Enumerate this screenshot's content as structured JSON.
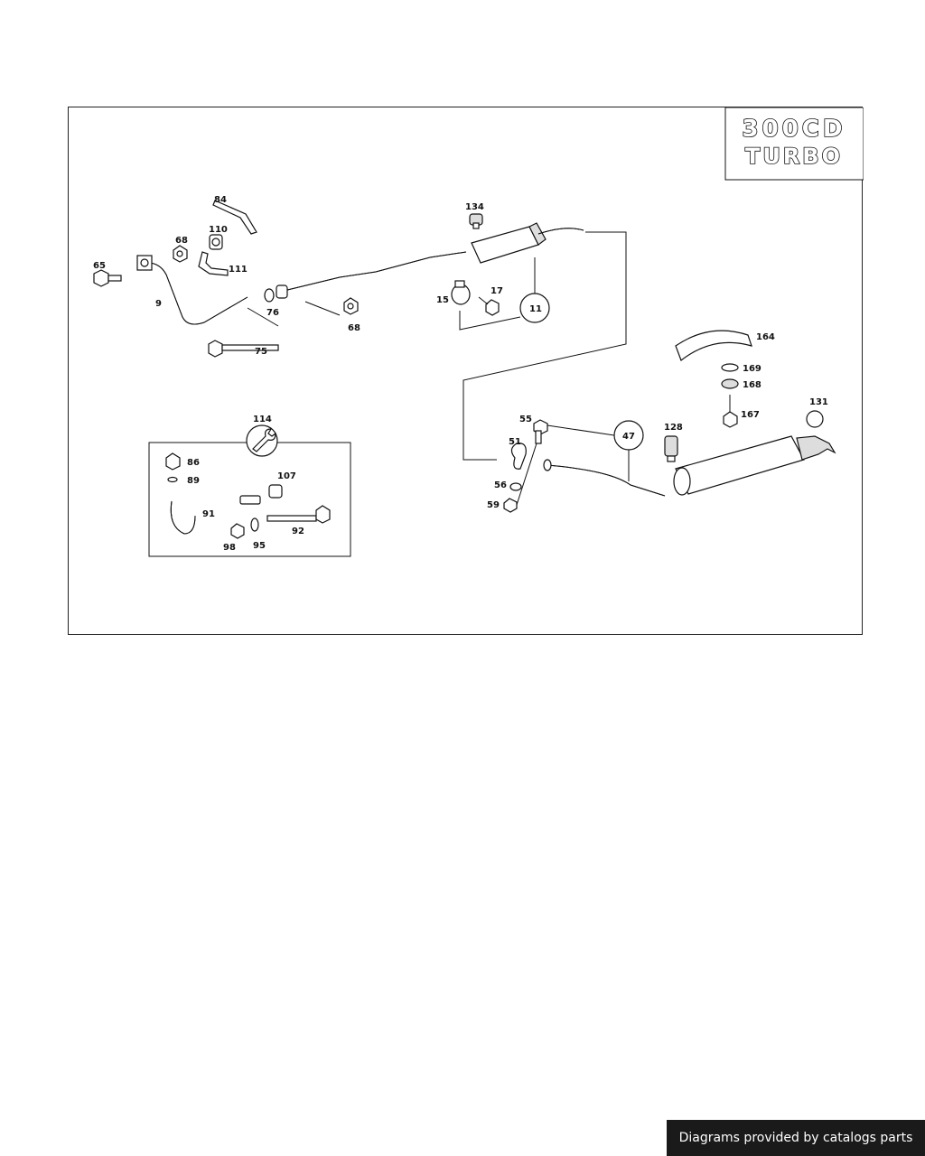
{
  "badge": {
    "line1": "300CD",
    "line2": "TURBO"
  },
  "callouts": {
    "c9": "9",
    "c11": "11",
    "c15": "15",
    "c17": "17",
    "c47": "47",
    "c51": "51",
    "c55": "55",
    "c56": "56",
    "c59": "59",
    "c65": "65",
    "c68a": "68",
    "c68b": "68",
    "c75": "75",
    "c76": "76",
    "c84": "84",
    "c86": "86",
    "c89": "89",
    "c91": "91",
    "c92": "92",
    "c95": "95",
    "c98": "98",
    "c107": "107",
    "c110": "110",
    "c111": "111",
    "c114": "114",
    "c128": "128",
    "c131": "131",
    "c134": "134",
    "c164": "164",
    "c167": "167",
    "c168": "168",
    "c169": "169"
  },
  "footer": {
    "credit": "Diagrams provided by catalogs parts"
  }
}
